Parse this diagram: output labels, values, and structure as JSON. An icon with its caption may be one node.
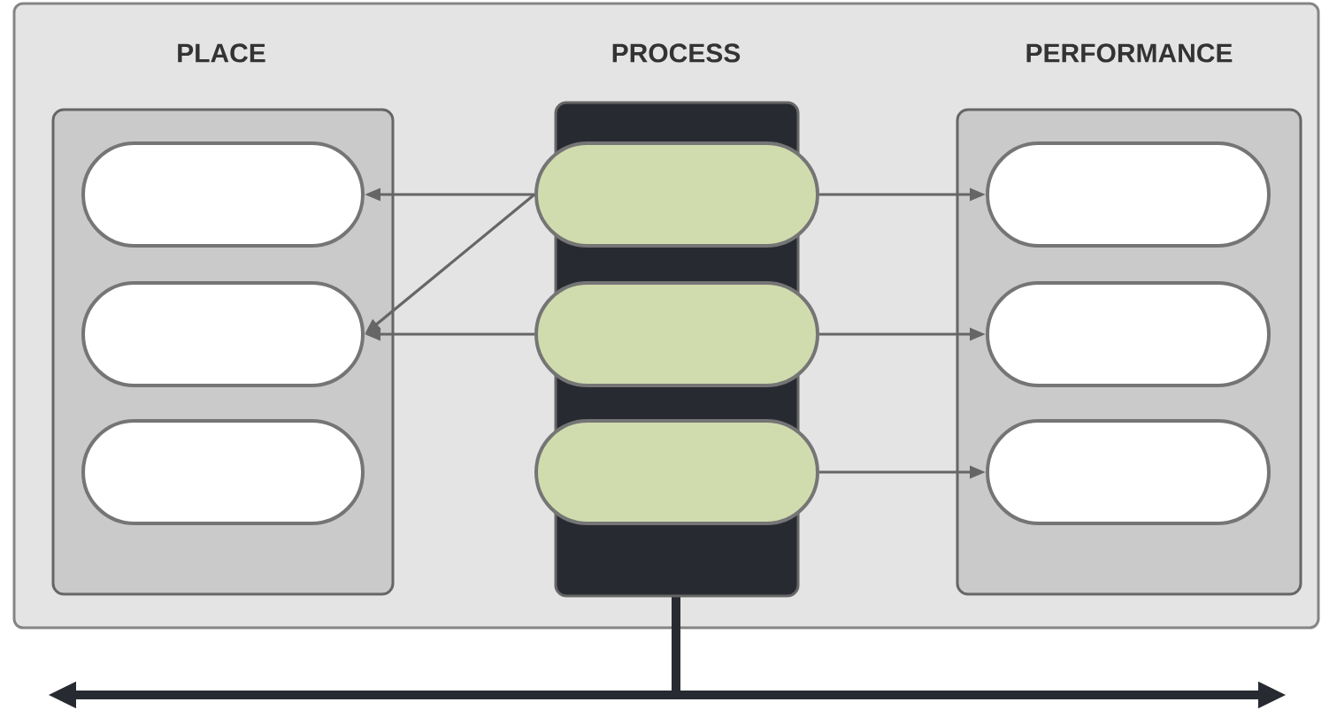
{
  "diagram": {
    "nodes": [
      {
        "text": [
          "PLACE"
        ]
      },
      {
        "text": [
          "PROCESS"
        ]
      },
      {
        "text": [
          "PERFORMANCE"
        ]
      },
      {
        "text": [],
        "shape": "pill",
        "in": 0
      },
      {
        "text": [],
        "shape": "pill",
        "in": 0
      },
      {
        "text": [],
        "shape": "pill",
        "in": 0
      },
      {
        "text": [],
        "shape": "pill",
        "in": 1
      },
      {
        "text": [],
        "shape": "pill",
        "in": 1
      },
      {
        "text": [],
        "shape": "pill",
        "in": 1
      },
      {
        "text": [],
        "shape": "pill",
        "in": 2
      },
      {
        "text": [],
        "shape": "pill",
        "in": 2
      },
      {
        "text": [],
        "shape": "pill",
        "in": 2
      }
    ],
    "edges": [
      {
        "from": 6,
        "to": 3,
        "arrow": "to"
      },
      {
        "from": 6,
        "to": 4,
        "arrow": "to"
      },
      {
        "from": 7,
        "to": 4,
        "arrow": "to"
      },
      {
        "from": 6,
        "to": 9,
        "arrow": "to"
      },
      {
        "from": 7,
        "to": 10,
        "arrow": "to"
      },
      {
        "from": 8,
        "to": 11,
        "arrow": "to"
      }
    ]
  }
}
